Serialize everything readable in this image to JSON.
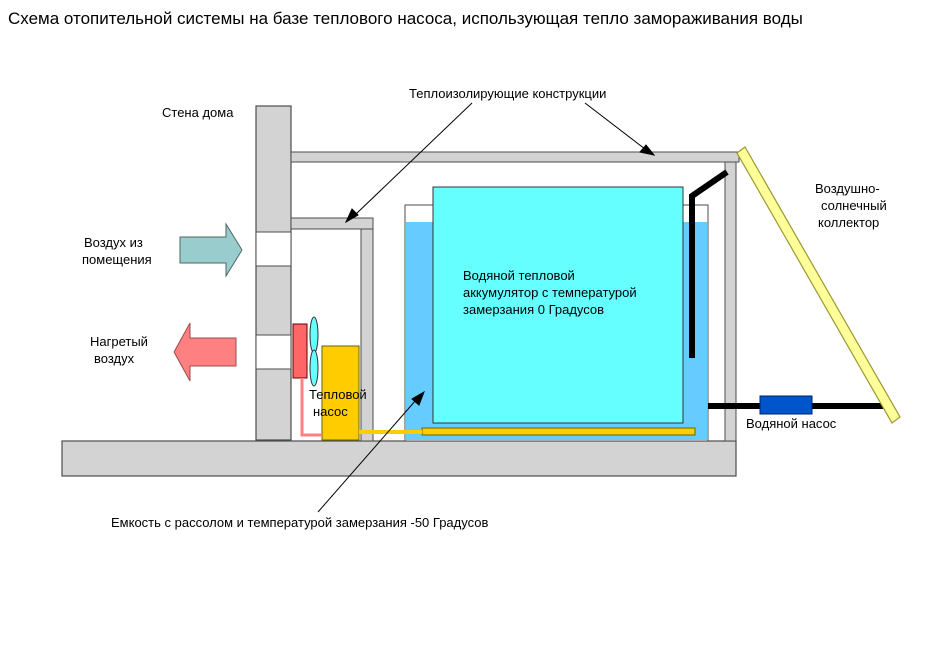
{
  "title": "Схема отопительной системы на базе теплового насоса, использующая тепло замораживания воды",
  "labels": {
    "house_wall": "Стена дома",
    "insulation": "Теплоизолирующие конструкции",
    "air_in_line1": "Воздух из",
    "air_in_line2": "помещения",
    "heated_air_line1": "Нагретый",
    "heated_air_line2": "воздух",
    "accumulator_line1": "Водяной тепловой",
    "accumulator_line2": "аккумулятор с температурой",
    "accumulator_line3": "замерзания 0 Градусов",
    "heat_pump_line1": "Тепловой",
    "heat_pump_line2": "насос",
    "collector_line1": "Воздушно-",
    "collector_line2": "солнечный",
    "collector_line3": "коллектор",
    "water_pump": "Водяной насос",
    "brine_tank": "Емкость с рассолом и температурой замерзания  -50 Градусов"
  },
  "colors": {
    "structure": "#d3d3d3",
    "outline": "#4d4d4d",
    "brine": "#66ccff",
    "accumulator": "#66ffff",
    "heat_pump": "#ffcc00",
    "collector": "#ffff99",
    "water_pump": "#0055cc",
    "air_in_arrow": "#99cccc",
    "heated_air_arrow": "#ff8080",
    "condenser": "#ff6666",
    "fan": "#66ffff"
  }
}
